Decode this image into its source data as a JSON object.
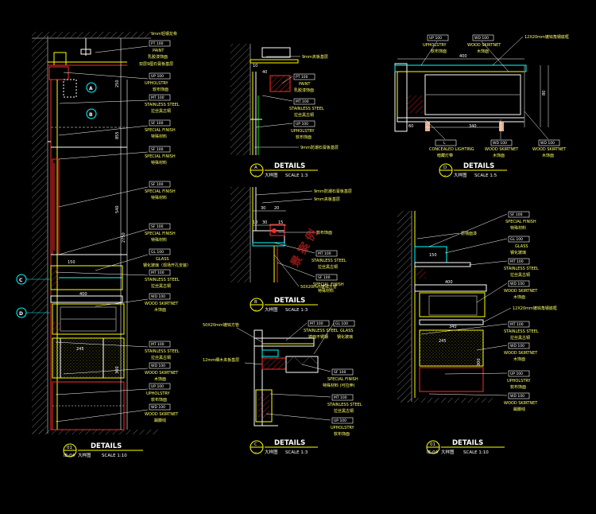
{
  "colors": {
    "background": "#000000",
    "yellow": "#ffff00",
    "red": "#ff2a2a",
    "cyan": "#00ffff",
    "blue": "#3a6bff",
    "green": "#00e000",
    "white": "#ffffff",
    "gray": "#7f7f7f",
    "magenta": "#ff00ff"
  },
  "titles": [
    {
      "num": "01",
      "sheet": "IE-04",
      "title": "DETAILS",
      "sub": "大样图",
      "scale": "SCALE 1:10"
    },
    {
      "num": "A",
      "sheet": "-",
      "title": "DETAILS",
      "sub": "大样图",
      "scale": "SCALE 1:3"
    },
    {
      "num": "B",
      "sheet": "-",
      "title": "DETAILS",
      "sub": "大样图",
      "scale": "SCALE 1:3"
    },
    {
      "num": "C",
      "sheet": "-",
      "title": "DETAILS",
      "sub": "大样图",
      "scale": "SCALE 1:3"
    },
    {
      "num": "D",
      "sheet": "-",
      "title": "DETAILS",
      "sub": "大样图",
      "scale": "SCALE 1:5"
    },
    {
      "num": "01",
      "sheet": "IE-04",
      "title": "DETAILS",
      "sub": "大样图",
      "scale": "SCALE 1:10"
    }
  ],
  "left_labels": [
    {
      "text": "9mm轻钢龙骨",
      "code": ""
    },
    {
      "text": "PAINT",
      "code": "PT 100"
    },
    {
      "text": "乳胶漆饰面",
      "code": ""
    },
    {
      "text": "双层9厘石膏板基层",
      "code": ""
    },
    {
      "text": "UPHOLSTRY",
      "code": "UP 100"
    },
    {
      "text": "软布饰面",
      "code": ""
    },
    {
      "text": "STAINLESS STEEL",
      "code": "MT 100"
    },
    {
      "text": "拉丝黑古铜",
      "code": ""
    },
    {
      "text": "SPECIAL FINISH",
      "code": "SF 100"
    },
    {
      "text": "特殊材料",
      "code": ""
    },
    {
      "text": "SPECIAL FINISH",
      "code": "SF 100"
    },
    {
      "text": "特殊材料",
      "code": ""
    },
    {
      "text": "SPECIAL FINISH",
      "code": "SF 100"
    },
    {
      "text": "特殊材料",
      "code": ""
    },
    {
      "text": "SPECIAL FINISH",
      "code": "SF 100"
    },
    {
      "text": "特殊材料",
      "code": ""
    },
    {
      "text": "GLASS",
      "code": "GL 100"
    },
    {
      "text": "钢化玻璃（现场开孔安装）",
      "code": ""
    },
    {
      "text": "STAINLESS STEEL",
      "code": "MT 100"
    },
    {
      "text": "拉丝黑古铜",
      "code": ""
    },
    {
      "text": "WOOD SKIRTNET",
      "code": "WD 100"
    },
    {
      "text": "木饰面",
      "code": ""
    },
    {
      "text": "STAINLESS STEEL",
      "code": "MT 100"
    },
    {
      "text": "拉丝黑古铜",
      "code": ""
    },
    {
      "text": "WOOD SKIRTNET",
      "code": "WD 100"
    },
    {
      "text": "木饰面",
      "code": ""
    },
    {
      "text": "UPHOLSTRY",
      "code": "UP 100"
    },
    {
      "text": "软布饰面",
      "code": ""
    },
    {
      "text": "WOOD SKIRTNET",
      "code": "WD 100"
    },
    {
      "text": "踢脚线",
      "code": ""
    }
  ],
  "left_dims": [
    "250",
    "855",
    "540",
    "2750",
    "150",
    "400",
    "245",
    "300"
  ],
  "detA_labels": [
    {
      "text": "9mm夹板基层",
      "code": ""
    },
    {
      "text": "PAINT",
      "code": "PT 100"
    },
    {
      "text": "乳胶漆饰面",
      "code": ""
    },
    {
      "text": "STAINLESS STEEL",
      "code": "MT 100"
    },
    {
      "text": "拉丝黑古铜",
      "code": ""
    },
    {
      "text": "UPHOLSTRY",
      "code": "UP 100"
    },
    {
      "text": "软布饰面",
      "code": ""
    },
    {
      "text": "9mm防潮石膏板基层",
      "code": ""
    }
  ],
  "detB_labels": [
    {
      "text": "9mm防潮石膏板基层",
      "code": ""
    },
    {
      "text": "9mm夹板基层",
      "code": ""
    },
    {
      "text": "软布饰面",
      "code": ""
    },
    {
      "text": "STAINLESS STEEL",
      "code": "MT 100"
    },
    {
      "text": "拉丝黑古铜",
      "code": ""
    },
    {
      "text": "SPECIAL FINISH",
      "code": "SF 100"
    },
    {
      "text": "特殊材料",
      "code": ""
    },
    {
      "text": "50X20mm镀锌方管",
      "code": ""
    }
  ],
  "detB_dims": [
    "30",
    "20",
    "10",
    "30",
    "15"
  ],
  "detC_labels": [
    {
      "text": "50X20mm镀锌方管",
      "code": ""
    },
    {
      "text": "STAINLESS STEEL",
      "code": "MT 100"
    },
    {
      "text": "镜面不锈钢",
      "code": ""
    },
    {
      "text": "GLASS",
      "code": "GL 100"
    },
    {
      "text": "钢化玻璃",
      "code": ""
    },
    {
      "text": "12mm细木夹板基层",
      "code": ""
    },
    {
      "text": "SPECIAL FINISH",
      "code": "SF 100"
    },
    {
      "text": "特殊材料 (可拉伸)",
      "code": ""
    },
    {
      "text": "STAINLESS STEEL",
      "code": "MT 100"
    },
    {
      "text": "拉丝黑古铜",
      "code": ""
    },
    {
      "text": "UPHOLSTRY",
      "code": "UP 100"
    },
    {
      "text": "软布饰面",
      "code": ""
    }
  ],
  "detD_labels": [
    {
      "text": "UPHOLSTRY",
      "code": "UP 100"
    },
    {
      "text": "软布饰面",
      "code": ""
    },
    {
      "text": "WOOD SKIRTNET",
      "code": "WD 100"
    },
    {
      "text": "木饰面",
      "code": ""
    },
    {
      "text": "12X20mm镀锌角钢底框",
      "code": ""
    },
    {
      "text": "CONCEALED LIGHTING",
      "code": "L"
    },
    {
      "text": "暗藏灯带",
      "code": ""
    },
    {
      "text": "WOOD SKIRTNET",
      "code": "WD 100"
    },
    {
      "text": "木饰面",
      "code": ""
    },
    {
      "text": "WOOD SKIRTNET",
      "code": "WD 100"
    },
    {
      "text": "木饰面",
      "code": ""
    }
  ],
  "detD_dims": [
    "400",
    "340",
    "60",
    "80"
  ],
  "right_labels": [
    {
      "text": "SPECIAL FINISH",
      "code": "SF 100"
    },
    {
      "text": "特殊材料",
      "code": ""
    },
    {
      "text": "原墙面漆",
      "code": ""
    },
    {
      "text": "GLASS",
      "code": "GL 100"
    },
    {
      "text": "钢化玻璃",
      "code": ""
    },
    {
      "text": "STAINLESS STEEL",
      "code": "MT 100"
    },
    {
      "text": "拉丝黑古铜",
      "code": ""
    },
    {
      "text": "WOOD SKIRTNET",
      "code": "WD 100"
    },
    {
      "text": "木饰面",
      "code": ""
    },
    {
      "text": "12X20mm镀锌角钢底框",
      "code": ""
    },
    {
      "text": "STAINLESS STEEL",
      "code": "MT 100"
    },
    {
      "text": "拉丝黑古铜",
      "code": ""
    },
    {
      "text": "WOOD SKIRTNET",
      "code": "WD 100"
    },
    {
      "text": "木饰面",
      "code": ""
    },
    {
      "text": "UPHOLSTRY",
      "code": "UP 100"
    },
    {
      "text": "软布饰面",
      "code": ""
    },
    {
      "text": "WOOD SKIRTNET",
      "code": "WD 100"
    },
    {
      "text": "踢脚线",
      "code": ""
    }
  ],
  "right_dims": [
    "150",
    "400",
    "340",
    "245",
    "300"
  ],
  "markers": [
    "A",
    "B",
    "C",
    "D"
  ]
}
